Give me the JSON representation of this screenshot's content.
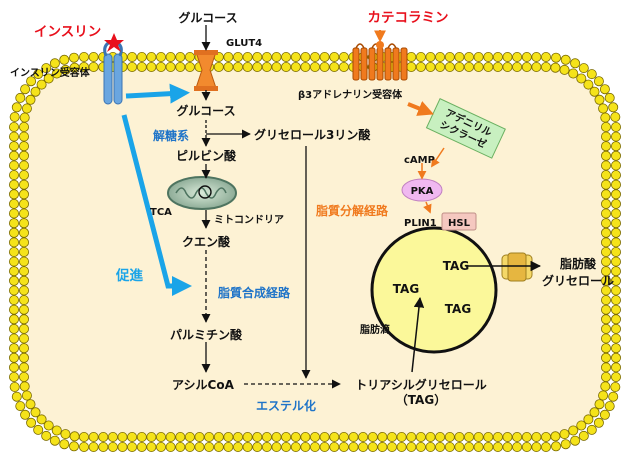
{
  "title_labels": {
    "insulin": "インスリン",
    "glucose_top": "グルコース",
    "catecholamine": "カテコラミン"
  },
  "receptors": {
    "insulin_receptor": "インスリン受容体",
    "glut4": "GLUT4",
    "beta3": "β3アドレナリン受容体"
  },
  "pathway": {
    "glucose_inner": "グルコース",
    "glycolysis": "解糖系",
    "pyruvate": "ピルビン酸",
    "g3p": "グリセロール3リン酸",
    "tca": "TCA",
    "mitochondria": "ミトコンドリア",
    "citrate": "クエン酸",
    "lipogenesis": "脂質合成経路",
    "promotion": "促進",
    "palmitate": "パルミチン酸",
    "acylcoa": "アシルCoA",
    "esterification": "エステル化",
    "tag_line1": "トリアシルグリセロール",
    "tag_line2": "（TAG）"
  },
  "lipolysis": {
    "adenylyl_line1": "アデニリル",
    "adenylyl_line2": "シクラーゼ",
    "camp": "cAMP",
    "pka": "PKA",
    "pathway_name": "脂質分解経路",
    "plin1": "PLIN1",
    "hsl": "HSL",
    "droplet": "脂肪滴",
    "tag_a": "TAG",
    "tag_b": "TAG",
    "tag_c": "TAG",
    "fatty_acid": "脂肪酸",
    "glycerol": "グリセロール"
  },
  "colors": {
    "membrane_bead": "#f5e31a",
    "membrane_stroke": "#7a6a00",
    "cytoplasm": "#fdf2d4",
    "insulin_red": "#e8101c",
    "catecholamine_red": "#e8101c",
    "blue_label": "#1f74c8",
    "orange_label": "#f07a1e",
    "promote_arrow": "#1aa4e8",
    "beta_arrow": "#f07a1e",
    "adenylyl_box": "#c8f0c0",
    "pka_bubble": "#f0b8f0",
    "hsl_box": "#f5c8c0",
    "droplet": "#fbf89a"
  }
}
